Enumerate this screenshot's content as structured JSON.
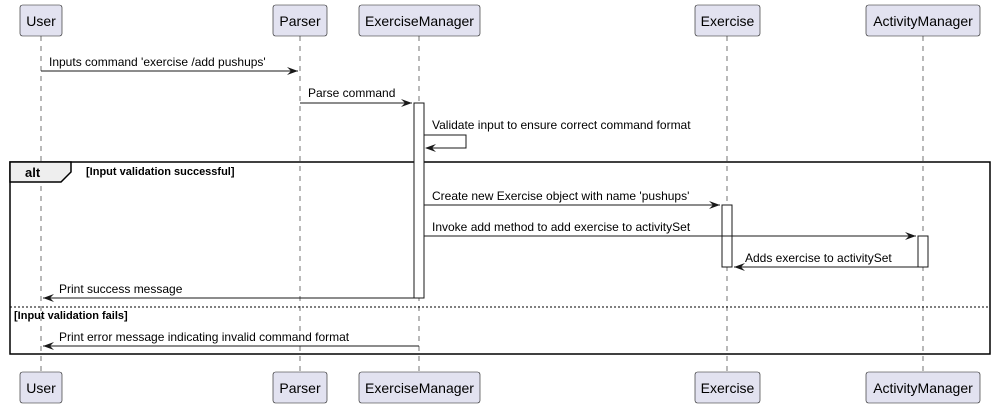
{
  "participants": [
    {
      "id": "user",
      "name": "User"
    },
    {
      "id": "parser",
      "name": "Parser"
    },
    {
      "id": "exercise_manager",
      "name": "ExerciseManager"
    },
    {
      "id": "exercise",
      "name": "Exercise"
    },
    {
      "id": "activity_manager",
      "name": "ActivityManager"
    }
  ],
  "messages": [
    {
      "id": "inputs-command",
      "from": "user",
      "to": "parser",
      "text": "Inputs command 'exercise /add pushups'"
    },
    {
      "id": "parse-command",
      "from": "parser",
      "to": "exercise_manager",
      "text": "Parse command"
    },
    {
      "id": "validate-input",
      "from": "exercise_manager",
      "to": "exercise_manager",
      "text": "Validate input to ensure correct command format"
    },
    {
      "id": "create-exercise",
      "from": "exercise_manager",
      "to": "exercise",
      "text": "Create new Exercise object with name 'pushups'"
    },
    {
      "id": "invoke-add",
      "from": "exercise_manager",
      "to": "activity_manager",
      "text": "Invoke add method to add exercise to activitySet"
    },
    {
      "id": "adds-exercise",
      "from": "activity_manager",
      "to": "exercise",
      "text": "Adds exercise to activitySet"
    },
    {
      "id": "print-success",
      "from": "exercise_manager",
      "to": "user",
      "text": "Print success message"
    },
    {
      "id": "print-error",
      "from": "exercise_manager",
      "to": "user",
      "text": "Print error message indicating invalid command format"
    }
  ],
  "fragment": {
    "operator": "alt",
    "guards": [
      "[Input validation successful]",
      "[Input validation fails]"
    ]
  }
}
